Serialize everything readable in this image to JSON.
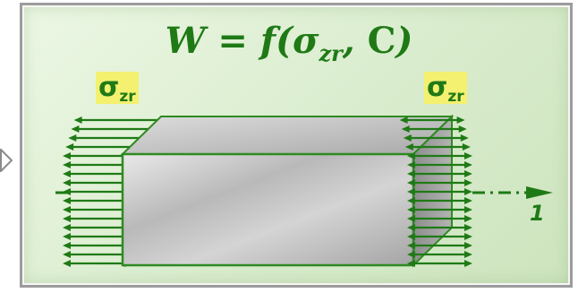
{
  "formula": {
    "lhs": "W",
    "func": "f",
    "open": "(",
    "sigma": "σ",
    "sub": "zr",
    "sep": ", ",
    "param": "C",
    "close": ")"
  },
  "stress_labels": {
    "left": {
      "symbol": "σ",
      "sub": "zr"
    },
    "right": {
      "symbol": "σ",
      "sub": "zr"
    }
  },
  "axis_label": "1",
  "colors": {
    "green": "#1f7a16",
    "panel_border": "#9c9c9c",
    "label_bg": "#f4f070",
    "side_arrow": "#8a8a8a"
  },
  "icons": {
    "side_arrow": "chevron-right",
    "arrows": "double-headed-arrow"
  }
}
